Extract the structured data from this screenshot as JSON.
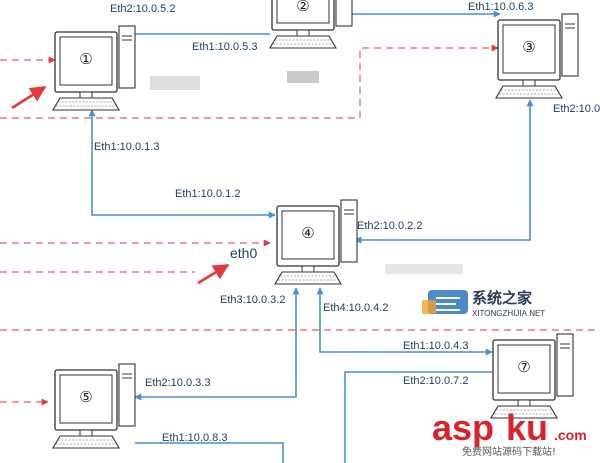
{
  "labels": {
    "c1_eth2": "Eth2:10.0.5.2",
    "c2_eth1": "Eth1:10.0.5.3",
    "c3_eth1": "Eth1:10.0.6.3",
    "c3_eth2": "Eth2:10.0",
    "c1_eth1": "Eth1:10.0.1.3",
    "c4_eth1": "Eth1:10.0.1.2",
    "c4_eth2": "Eth2:10.0.2.2",
    "c4_eth0": "eth0",
    "c4_eth3": "Eth3:10.0.3.2",
    "c4_eth4": "Eth4:10.0.4.2",
    "c7_eth1": "Eth1:10.0.4.3",
    "c7_eth2": "Eth2:10.0.7.2",
    "c5_eth2": "Eth2:10.0.3.3",
    "c5_eth1": "Eth1:10.0.8.3"
  },
  "computers": {
    "c1": "①",
    "c2": "②",
    "c3": "③",
    "c4": "④",
    "c5": "⑤",
    "c7": "⑦"
  },
  "watermark": {
    "cn": "系统之家",
    "en": "XITONGZHIJIA.NET",
    "asp": "asp",
    "ku": "ku",
    "com": ".com",
    "sub": "免费网站源码下载站!"
  },
  "colors": {
    "link": "#4a8fd0",
    "dashed": "#e0393e",
    "arrow": "#e0393e",
    "label": "#1f3f66"
  }
}
